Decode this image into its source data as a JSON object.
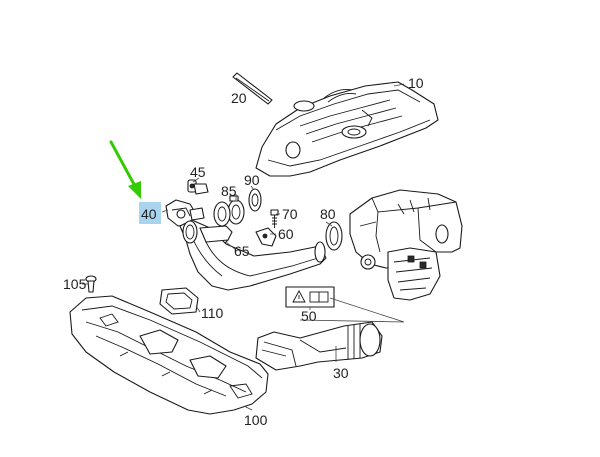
{
  "diagram": {
    "highlight_color": "#a8d4ee",
    "arrow_color": "#33cc00",
    "part_labels": {
      "p10": "10",
      "p20": "20",
      "p30": "30",
      "p40": "40",
      "p45": "45",
      "p50": "50",
      "p60": "60",
      "p65": "65",
      "p70": "70",
      "p80": "80",
      "p85": "85",
      "p90": "90",
      "p100": "100",
      "p105": "105",
      "p110": "110"
    }
  }
}
